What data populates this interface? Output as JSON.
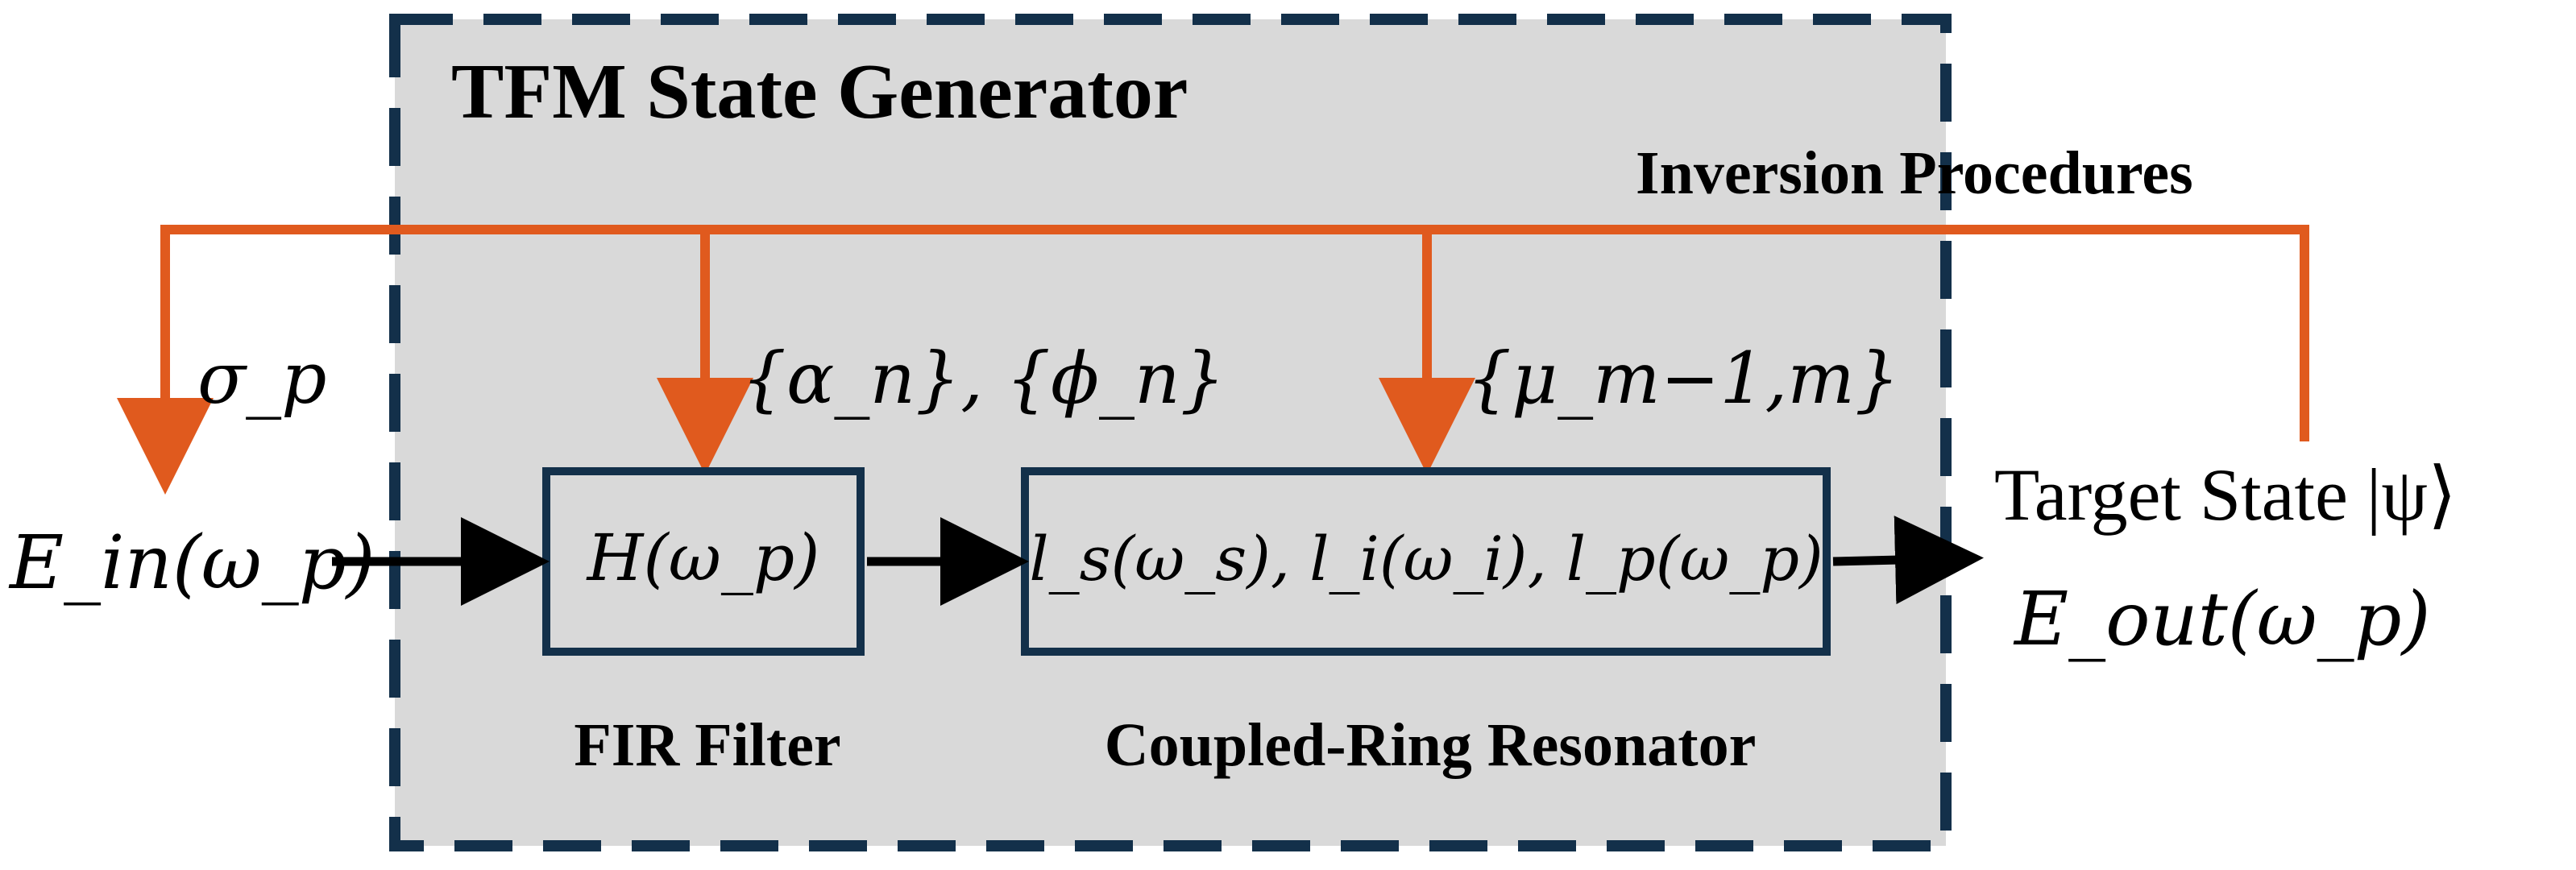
{
  "title": "TFM State Generator",
  "inversion_label": "Inversion Procedures",
  "blocks": {
    "fir": {
      "label": "FIR Filter",
      "expr": "H(ω_p)"
    },
    "ring": {
      "label": "Coupled-Ring Resonator",
      "expr": "l_s(ω_s), l_i(ω_i), l_p(ω_p)"
    }
  },
  "params": {
    "sigma": "σ_p",
    "fir_params": "{α_n}, {ϕ_n}",
    "coupling": "{μ_m−1,m}"
  },
  "io": {
    "input": "E_in(ω_p)",
    "target": "Target State |ψ⟩",
    "output": "E_out(ω_p)"
  },
  "colors": {
    "feedback": "#E05A1E",
    "border": "#13304A",
    "panel": "#D9D9D9",
    "arrow": "#000000"
  }
}
